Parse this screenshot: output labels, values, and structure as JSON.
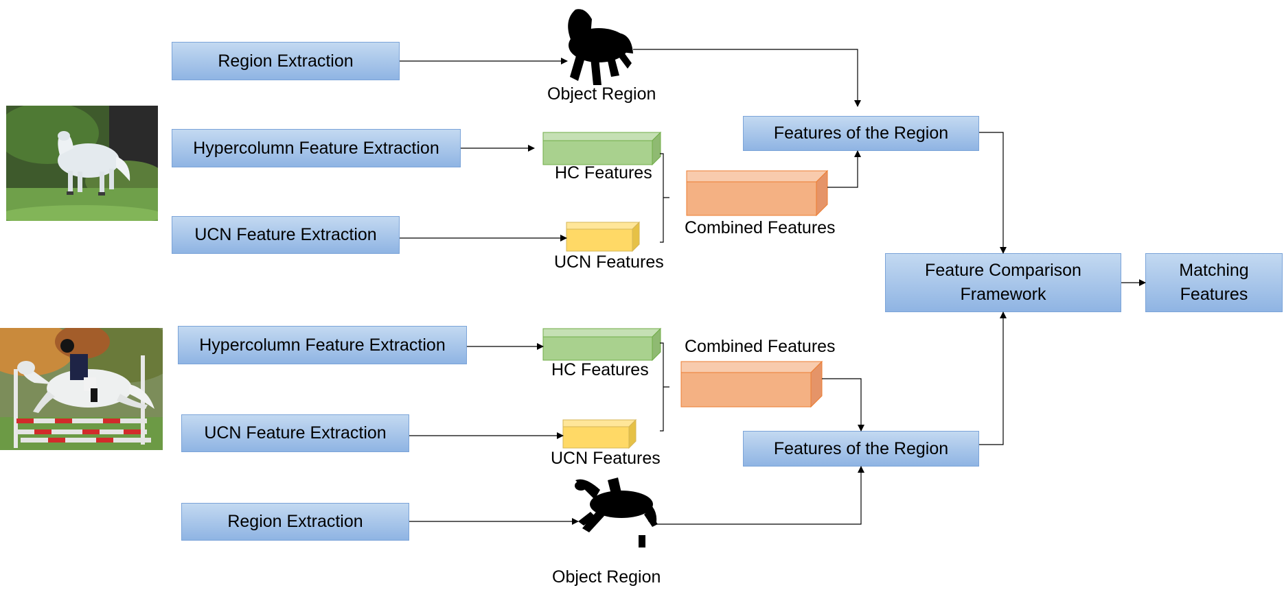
{
  "colors": {
    "box_fill_top": "#c3d9f1",
    "box_fill_bottom": "#8fb4e3",
    "box_border": "#7aa3d8",
    "hc_features": "#a9d18e",
    "ucn_features": "#ffd966",
    "combined_features": "#f4b183"
  },
  "top_branch": {
    "region_extraction": "Region Extraction",
    "object_region": "Object Region",
    "hypercolumn_extraction": "Hypercolumn Feature Extraction",
    "hc_features": "HC Features",
    "ucn_extraction": "UCN Feature Extraction",
    "ucn_features": "UCN Features",
    "combined_features": "Combined Features",
    "features_of_region": "Features of the Region"
  },
  "bottom_branch": {
    "hypercolumn_extraction": "Hypercolumn Feature Extraction",
    "hc_features": "HC Features",
    "ucn_extraction": "UCN Feature Extraction",
    "ucn_features": "UCN Features",
    "combined_features": "Combined Features",
    "features_of_region": "Features of the Region",
    "region_extraction": "Region Extraction",
    "object_region": "Object Region"
  },
  "comparison": {
    "framework_line1": "Feature Comparison",
    "framework_line2": "Framework",
    "matching_line1": "Matching",
    "matching_line2": "Features"
  }
}
